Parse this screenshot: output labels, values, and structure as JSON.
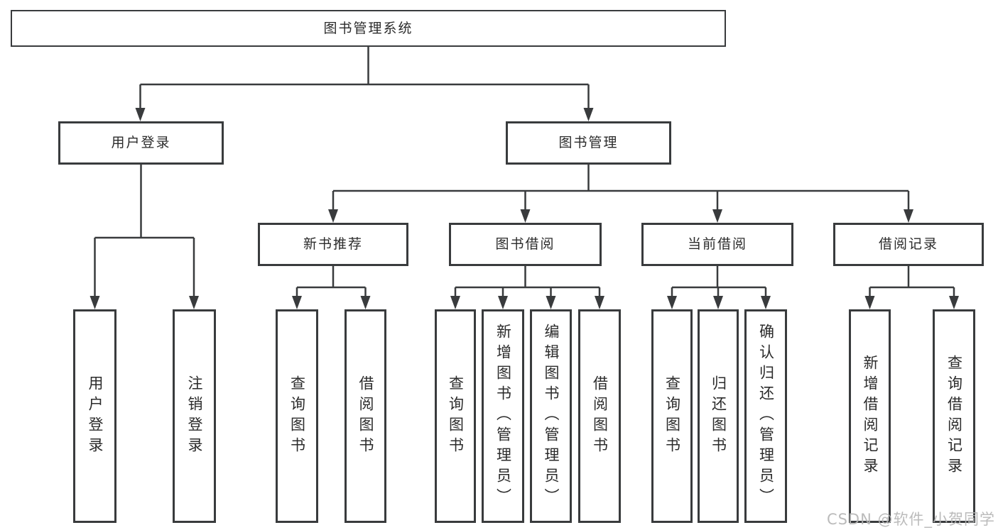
{
  "diagram_type": "hierarchy-tree",
  "tree": {
    "root": {
      "label": "图书管理系统",
      "children": [
        {
          "label": "用户登录",
          "children": [
            {
              "label": "用户登录"
            },
            {
              "label": "注销登录"
            }
          ]
        },
        {
          "label": "图书管理",
          "children": [
            {
              "label": "新书推荐",
              "children": [
                {
                  "label": "查询图书"
                },
                {
                  "label": "借阅图书"
                }
              ]
            },
            {
              "label": "图书借阅",
              "children": [
                {
                  "label": "查询图书"
                },
                {
                  "label": "新增图书（管理员）"
                },
                {
                  "label": "编辑图书（管理员）"
                },
                {
                  "label": "借阅图书"
                }
              ]
            },
            {
              "label": "当前借阅",
              "children": [
                {
                  "label": "查询图书"
                },
                {
                  "label": "归还图书"
                },
                {
                  "label": "确认归还（管理员）"
                }
              ]
            },
            {
              "label": "借阅记录",
              "children": [
                {
                  "label": "新增借阅记录"
                },
                {
                  "label": "查询借阅记录"
                }
              ]
            }
          ]
        }
      ]
    }
  },
  "watermark": {
    "text": "CSDN @软件_小贺同学"
  },
  "colors": {
    "line": "#393b3d",
    "box_border": "#393b3d",
    "box_background": "#ffffff",
    "text": "#2b2b2b",
    "watermark": "#b4b4b4",
    "page_background": "#ffffff"
  }
}
